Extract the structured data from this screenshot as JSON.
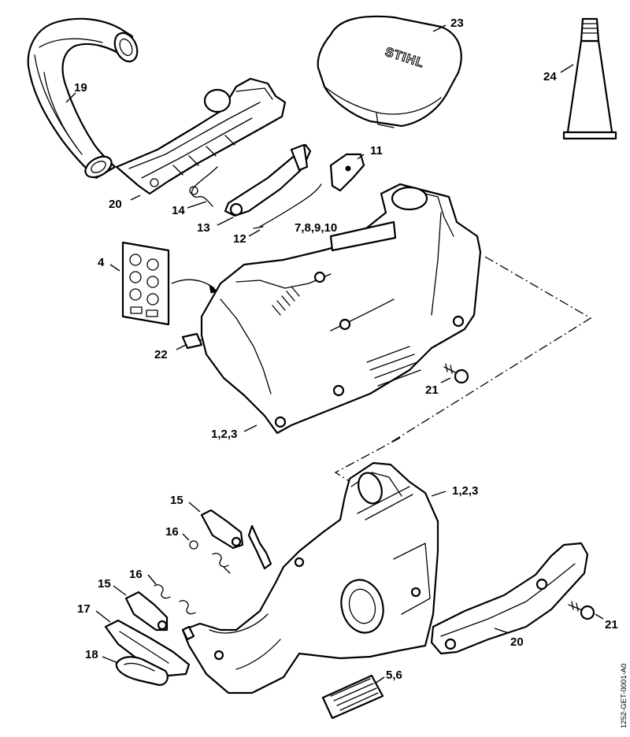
{
  "diagram": {
    "brand_text": "STIHL",
    "document_id": "1252-GET-0001-A0",
    "callouts": {
      "c19": "19",
      "c20_top": "20",
      "c14": "14",
      "c13": "13",
      "c12": "12",
      "c11": "11",
      "c23": "23",
      "c24": "24",
      "c7_10": "7,8,9,10",
      "c4": "4",
      "c22": "22",
      "c21_top": "21",
      "c1_3_top": "1,2,3",
      "c1_3_bottom": "1,2,3",
      "c15_top": "15",
      "c16_top": "16",
      "c16_bottom": "16",
      "c15_bottom": "15",
      "c17": "17",
      "c18": "18",
      "c20_bottom": "20",
      "c21_bottom": "21",
      "c5_6": "5,6"
    }
  }
}
